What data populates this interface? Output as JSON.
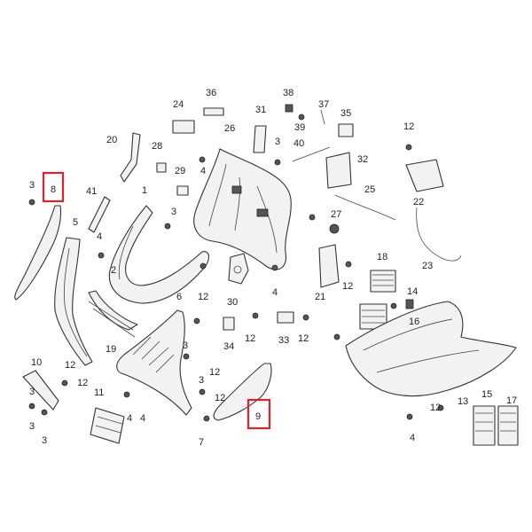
{
  "diagram": {
    "labels": {
      "l1": "1",
      "l2": "2",
      "l3": "3",
      "l4": "4",
      "l5": "5",
      "l6": "6",
      "l7": "7",
      "l8": "8",
      "l9": "9",
      "l10": "10",
      "l11": "11",
      "l12": "12",
      "l13": "13",
      "l14": "14",
      "l15": "15",
      "l16": "16",
      "l17": "17",
      "l18": "18",
      "l19": "19",
      "l20": "20",
      "l21": "21",
      "l22": "22",
      "l23": "23",
      "l24": "24",
      "l25": "25",
      "l26": "26",
      "l27": "27",
      "l28": "28",
      "l29": "29",
      "l30": "30",
      "l31": "31",
      "l32": "32",
      "l33": "33",
      "l34": "34",
      "l35": "35",
      "l36": "36",
      "l37": "37",
      "l38": "38",
      "l39": "39",
      "l40": "40",
      "l41": "41"
    },
    "highlight_color": "#d9232d"
  }
}
